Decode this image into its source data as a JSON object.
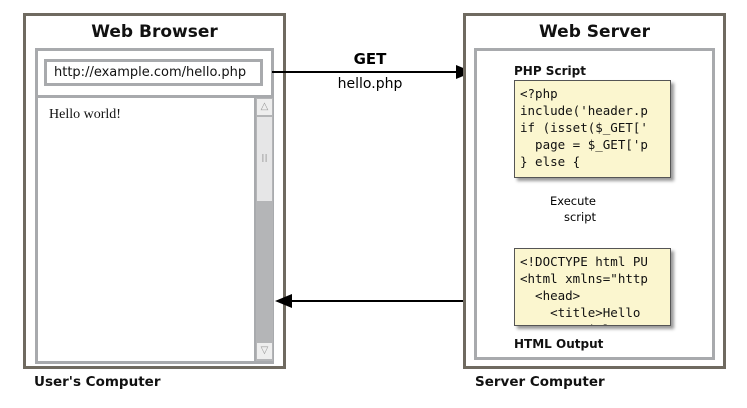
{
  "browser": {
    "title": "Web Browser",
    "url": "http://example.com/hello.php",
    "content": "Hello world!",
    "caption": "User's Computer"
  },
  "request": {
    "method": "GET",
    "resource": "hello.php"
  },
  "server": {
    "title": "Web Server",
    "script_label": "PHP Script",
    "script_code": "<?php\ninclude('header.p\nif (isset($_GET['\n  page = $_GET['p\n} else {",
    "step_label": "Execute\nscript",
    "output_label": "HTML Output",
    "output_code": "<!DOCTYPE html PU\n<html xmlns=\"http\n  <head>\n    <title>Hello\n      </title>",
    "caption": "Server Computer"
  }
}
